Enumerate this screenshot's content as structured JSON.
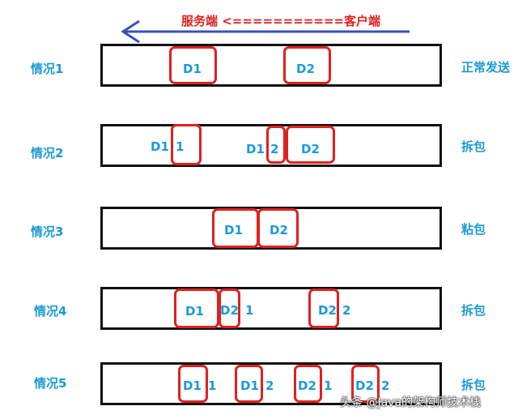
{
  "header": {
    "direction_label": "服务端 <===========客户端",
    "arrow_icon": "left-arrow-icon"
  },
  "colors": {
    "lane_border": "#111111",
    "packet_border": "#e02020",
    "text_blue": "#1a9ad6",
    "header_red": "#e02020",
    "arrow_blue": "#3a4fb8"
  },
  "rows": [
    {
      "label": "情况1",
      "result": "正常发送"
    },
    {
      "label": "情况2",
      "result": "拆包"
    },
    {
      "label": "情况3",
      "result": "粘包"
    },
    {
      "label": "情况4",
      "result": "拆包"
    },
    {
      "label": "情况5",
      "result": "拆包"
    }
  ],
  "texts": {
    "D1": "D1",
    "D2": "D2",
    "one": "1",
    "two": "2"
  },
  "watermark": "头条 @Java的架构师技术栈"
}
